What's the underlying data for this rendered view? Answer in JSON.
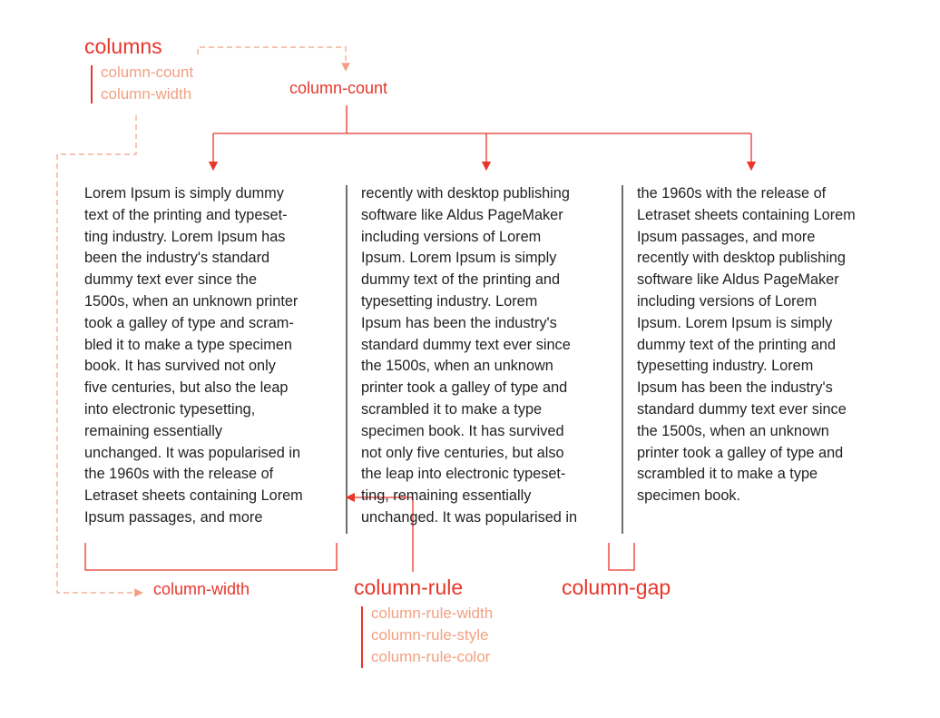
{
  "labels": {
    "columns": "columns",
    "columns_sub": [
      "column-count",
      "column-width"
    ],
    "column_count": "column-count",
    "column_width": "column-width",
    "column_rule": "column-rule",
    "column_rule_sub": [
      "column-rule-width",
      "column-rule-style",
      "column-rule-color"
    ],
    "column_gap": "column-gap"
  },
  "columns": [
    {
      "lines": [
        "Lorem Ipsum is simply dummy",
        "text of the printing and typeset-",
        "ting industry. Lorem Ipsum has",
        "been the industry's standard",
        "dummy text ever since the",
        "1500s, when an unknown printer",
        "took a galley of type and scram-",
        "bled it to make a type specimen",
        "book. It has survived not only",
        "five centuries, but also the leap",
        "into electronic typesetting,",
        "remaining essentially",
        "unchanged. It was popularised in",
        "the 1960s with the release of",
        "Letraset sheets containing Lorem",
        "Ipsum passages, and more"
      ]
    },
    {
      "lines": [
        "recently with desktop publishing",
        "software like Aldus PageMaker",
        "including versions of Lorem",
        "Ipsum. Lorem Ipsum is simply",
        "dummy text of the printing and",
        "typesetting industry. Lorem",
        "Ipsum has been the industry's",
        "standard dummy text ever since",
        "the 1500s, when an unknown",
        "printer took a galley of type and",
        "scrambled it to make a type",
        "specimen book. It has survived",
        "not only five centuries, but also",
        "the leap into electronic typeset-",
        "ting, remaining essentially",
        "unchanged. It was popularised in"
      ]
    },
    {
      "lines": [
        "the 1960s with the release of",
        "Letraset sheets containing Lorem",
        "Ipsum passages, and more",
        "recently with desktop publishing",
        "software like Aldus PageMaker",
        "including versions of Lorem",
        "Ipsum.  Lorem Ipsum is simply",
        "dummy text of the printing and",
        "typesetting industry. Lorem",
        "Ipsum has been the industry's",
        "standard dummy text ever since",
        "the 1500s, when an unknown",
        "printer took a galley of type and",
        "scrambled it to make a type",
        "specimen book."
      ]
    }
  ],
  "colors": {
    "accent": "#e8362b",
    "accent_light": "#f2a184",
    "text": "#231f20",
    "rule": "#231f20"
  }
}
